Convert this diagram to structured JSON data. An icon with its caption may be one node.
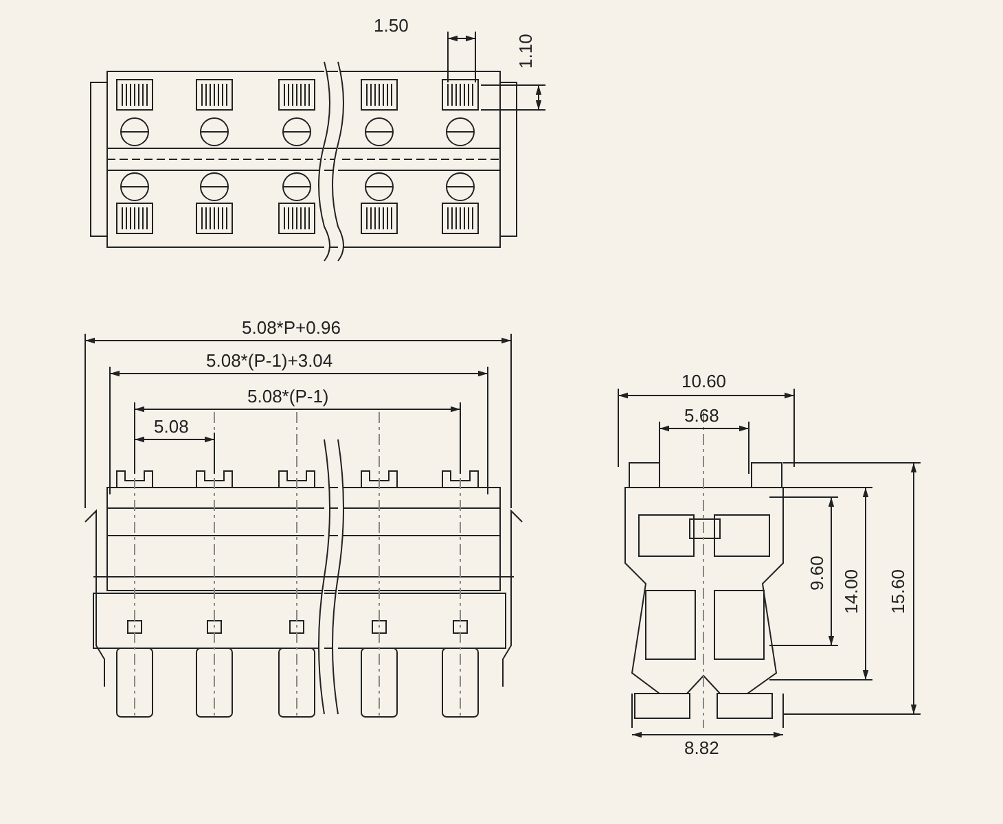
{
  "diagram": {
    "labels": [
      "1.50",
      "1.10",
      "5.08*P+0.96",
      "5.08*(P-1)+3.04",
      "5.08*(P-1)",
      "5.08",
      "10.60",
      "5.68",
      "9.60",
      "14.00",
      "15.60",
      "8.82"
    ]
  }
}
